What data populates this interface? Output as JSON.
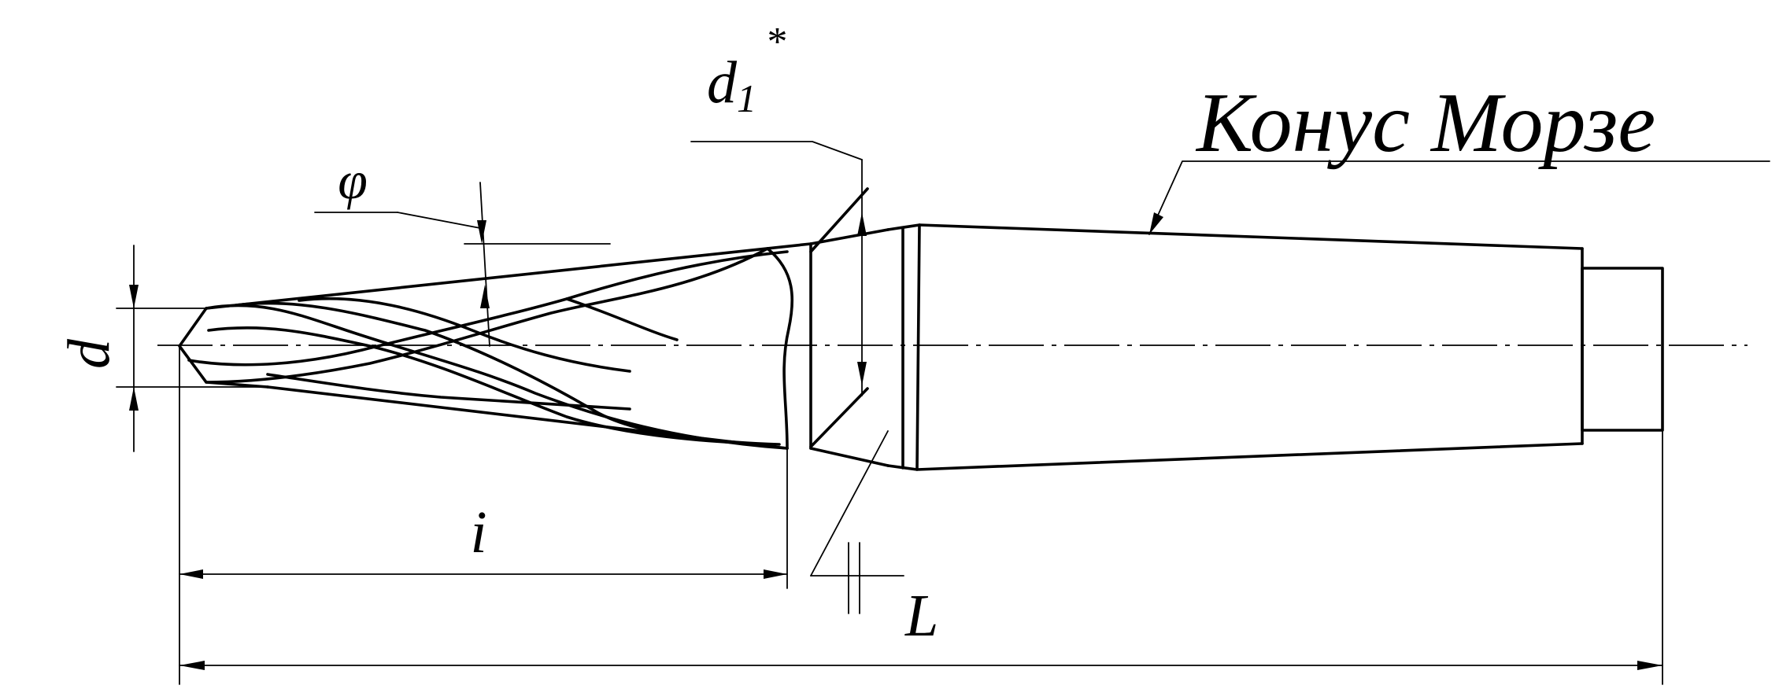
{
  "labels": {
    "d": "d",
    "d1": "d",
    "d1_sub": "1",
    "d1_star": "*",
    "phi": "φ",
    "i": "i",
    "L": "L",
    "cone": "Конус Морзе"
  }
}
